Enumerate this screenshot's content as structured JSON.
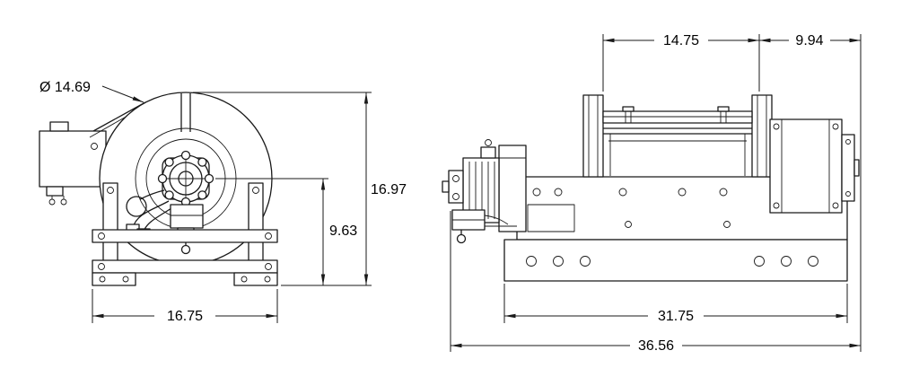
{
  "drawing": {
    "type": "technical-drawing",
    "line_color": "#1a1a1a",
    "background": "#ffffff",
    "front_view": {
      "drum_diameter": "Ø 14.69",
      "overall_height": "16.97",
      "centerline_height": "9.63",
      "base_width": "16.75"
    },
    "side_view": {
      "drum_length": "14.75",
      "motor_length": "9.94",
      "frame_length": "31.75",
      "overall_length": "36.56"
    }
  }
}
